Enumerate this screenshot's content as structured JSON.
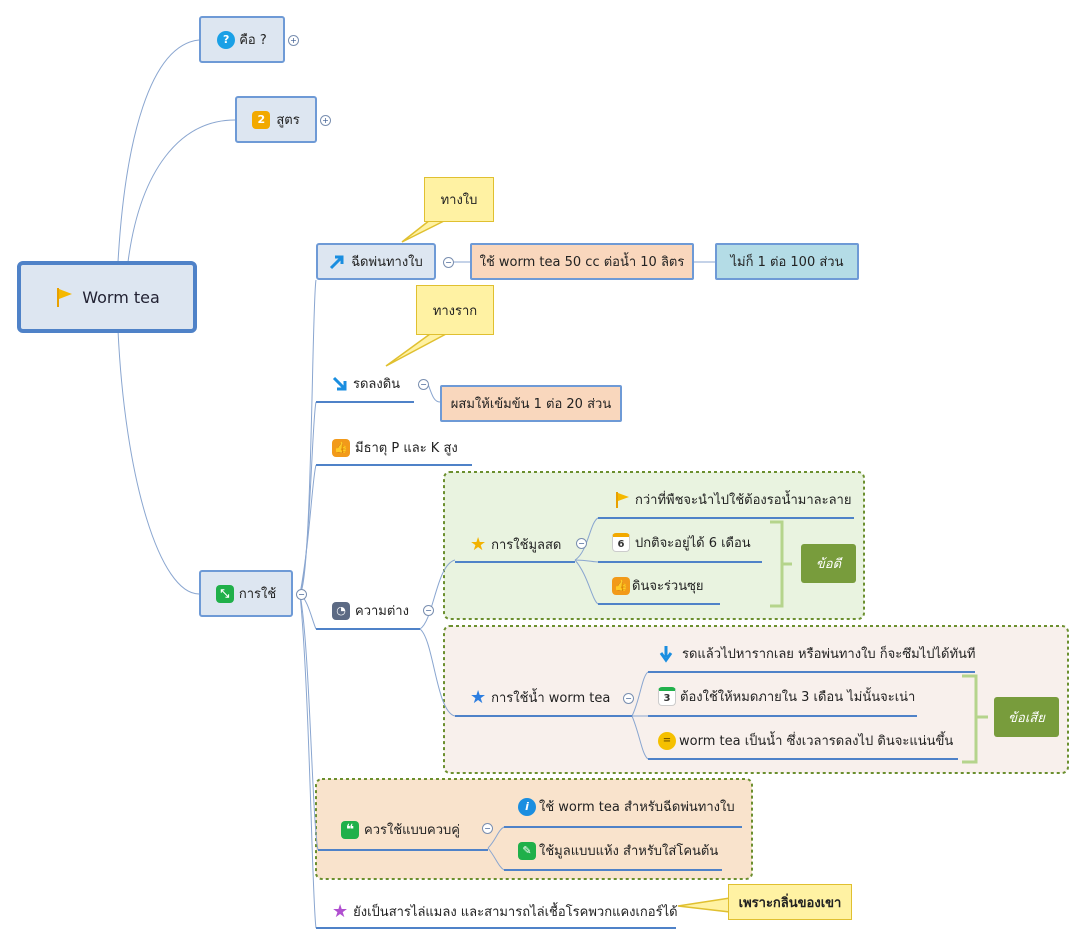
{
  "central": {
    "label": "Worm tea",
    "icon": "flag-icon"
  },
  "topics": {
    "what": {
      "label": "คือ ?",
      "icon": "question-icon",
      "toggle": "+"
    },
    "formula": {
      "label": "สูตร",
      "badge": "2",
      "toggle": "+"
    },
    "usage": {
      "label": "การใช้",
      "icon": "expand-icon",
      "toggle": "−"
    }
  },
  "usage": {
    "spray": {
      "label": "ฉีดพ่นทางใบ",
      "toggle": "−",
      "detail": "ใช้ worm tea 50 cc ต่อน้ำ 10 ลิตร",
      "detail2": "ไม่ก็ 1 ต่อ 100 ส่วน",
      "callout": "ทางใบ"
    },
    "pour": {
      "label": "รดลงดิน",
      "toggle": "−",
      "detail": "ผสมให้เข้มข้น 1 ต่อ 20 ส่วน",
      "callout": "ทางราก"
    },
    "nutrients": {
      "label": "มีธาตุ P และ K สูง"
    },
    "difference": {
      "label": "ความต่าง",
      "toggle": "−",
      "fresh": {
        "label": "การใช้มูลสด",
        "toggle": "−",
        "items": [
          "กว่าที่พืชจะนำไปใช้ต้องรอน้ำมาละลาย",
          "ปกติจะอยู่ได้ 6 เดือน",
          "ดินจะร่วนซุย"
        ],
        "calendar_day": "6",
        "summary": "ข้อดี"
      },
      "liquid": {
        "label": "การใช้น้ำ worm tea",
        "toggle": "−",
        "items": [
          "รดแล้วไปหารากเลย หรือพ่นทางใบ ก็จะซึมไปได้ทันที",
          "ต้องใช้ให้หมดภายใน 3 เดือน ไม่นั้นจะเน่า",
          "worm tea เป็นน้ำ ซึ่งเวลารดลงไป ดินจะแน่นขึ้น"
        ],
        "calendar_day": "3",
        "summary": "ข้อเสีย"
      }
    },
    "combine": {
      "label": "ควรใช้แบบควบคู่",
      "toggle": "−",
      "items": [
        "ใช้ worm tea สำหรับฉีดพ่นทางใบ",
        "ใช้มูลแบบแห้ง สำหรับใส่โคนต้น"
      ]
    },
    "repel": {
      "label": "ยังเป็นสารไล่แมลง  และสามารถไล่เชื้อโรคพวกแคงเกอร์ได้",
      "callout": "เพราะกลิ่นของเขา"
    }
  },
  "colors": {
    "line": "#4f82c8",
    "topic_fill": "#dde6f1",
    "detail_fill": "#f9d7bd",
    "detail2_fill": "#b4dce6",
    "pros_region": "#e9f3e0",
    "cons_region": "#f8f0ec",
    "combine_region": "#f9e3cc",
    "summary_fill": "#789c3c",
    "callout_fill": "#fff2a3"
  }
}
